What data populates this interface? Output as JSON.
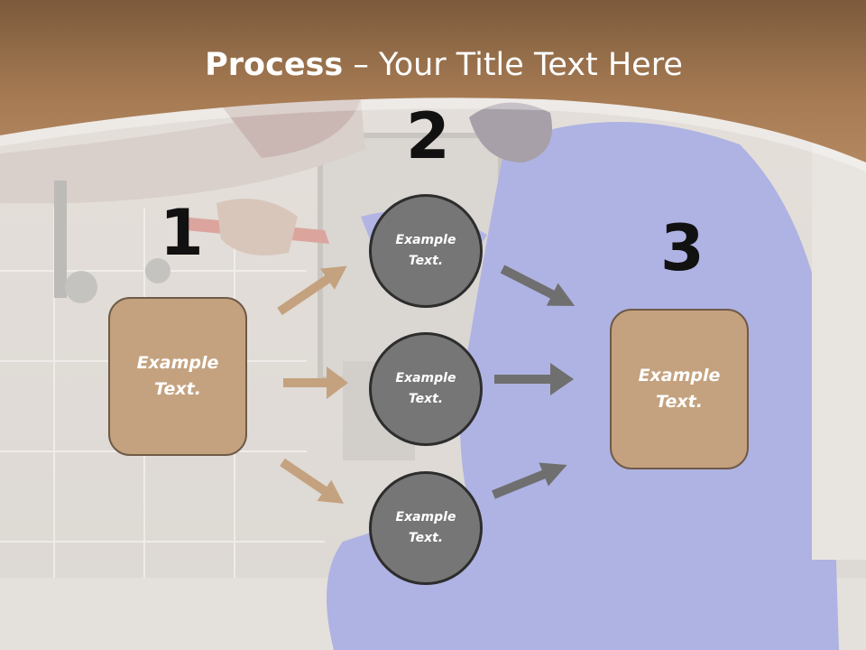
{
  "title": {
    "bold": "Process",
    "rest": " – Your Title Text Here"
  },
  "steps": {
    "one": "1",
    "two": "2",
    "three": "3"
  },
  "input_box": {
    "text": "Example\nText."
  },
  "output_box": {
    "text": "Example\nText."
  },
  "circles": [
    {
      "text": "Example\nText."
    },
    {
      "text": "Example\nText."
    },
    {
      "text": "Example\nText."
    }
  ],
  "colors": {
    "header": "#a57a52",
    "box_fill": "#c4a27f",
    "circle_fill": "#767676",
    "left_arrow": "#c4a27f",
    "right_arrow": "#707070"
  }
}
